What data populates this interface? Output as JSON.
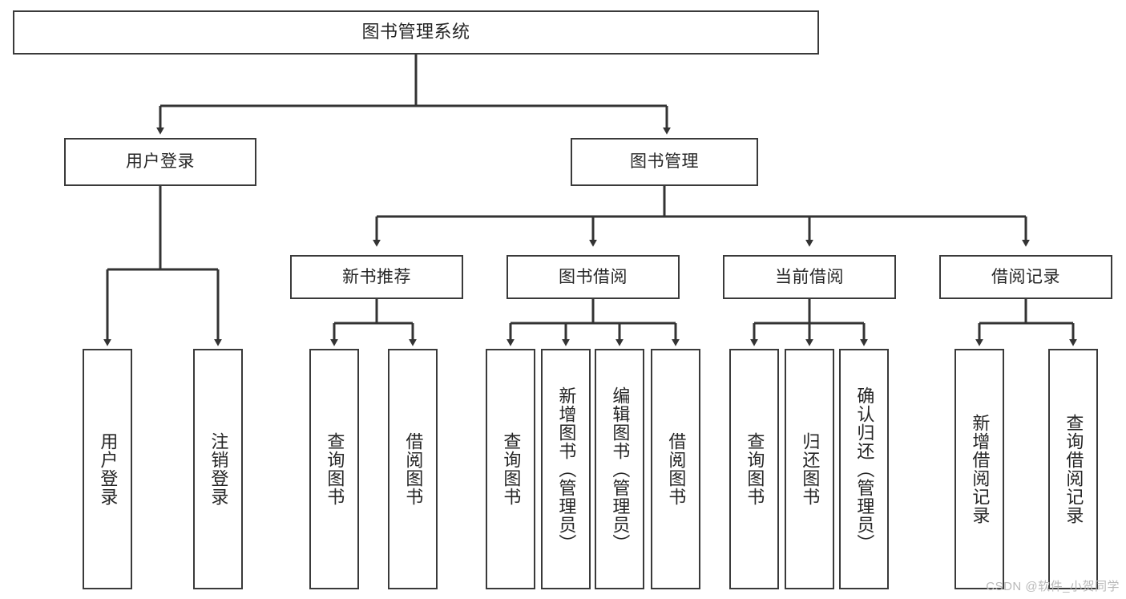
{
  "diagram": {
    "title": "图书管理系统",
    "type": "tree-hierarchy-chart",
    "colors": {
      "background": "#ffffff",
      "box_border": "#3a3a3a",
      "box_fill": "#ffffff",
      "connector": "#333333",
      "text": "#262626",
      "watermark": "#b9b9b9"
    },
    "root": {
      "label": "图书管理系统"
    },
    "level2": [
      {
        "label": "用户登录"
      },
      {
        "label": "图书管理"
      }
    ],
    "level3": [
      {
        "label": "新书推荐"
      },
      {
        "label": "图书借阅"
      },
      {
        "label": "当前借阅"
      },
      {
        "label": "借阅记录"
      }
    ],
    "leaves_user_login": [
      {
        "label": "用户登录"
      },
      {
        "label": "注销登录"
      }
    ],
    "leaves_new_book": [
      {
        "label": "查询图书"
      },
      {
        "label": "借阅图书"
      }
    ],
    "leaves_borrow": [
      {
        "label": "查询图书"
      },
      {
        "label": "新增图书（管理员）"
      },
      {
        "label": "编辑图书（管理员）"
      },
      {
        "label": "借阅图书"
      }
    ],
    "leaves_current": [
      {
        "label": "查询图书"
      },
      {
        "label": "归还图书"
      },
      {
        "label": "确认归还（管理员）"
      }
    ],
    "leaves_record": [
      {
        "label": "新增借阅记录"
      },
      {
        "label": "查询借阅记录"
      }
    ]
  },
  "watermark": {
    "text": "CSDN @软件_小贺同学"
  }
}
